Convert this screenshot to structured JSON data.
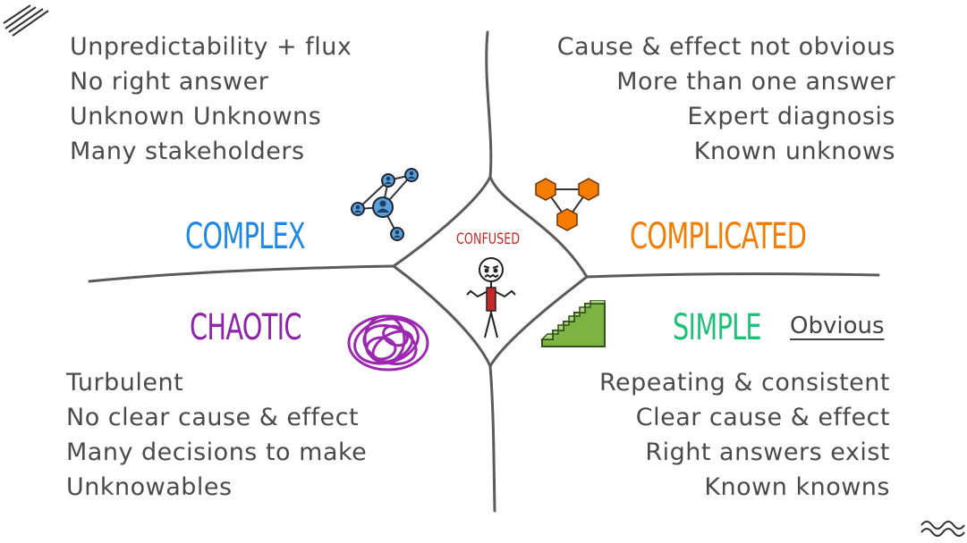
{
  "domains": {
    "complex": {
      "label": "COMPLEX",
      "color": "#1e88e5"
    },
    "complicated": {
      "label": "COMPLICATED",
      "color": "#f57c00"
    },
    "chaotic": {
      "label": "CHAOTIC",
      "color": "#8e24aa"
    },
    "simple": {
      "label": "SIMPLE",
      "color": "#21c07a",
      "alt_label": "Obvious"
    },
    "confused": {
      "label": "CONFUSED",
      "color": "#c62828"
    }
  },
  "complex_traits": [
    "Unpredictability + flux",
    "No right answer",
    "Unknown Unknowns",
    "Many stakeholders"
  ],
  "complicated_traits": [
    "Cause & effect not obvious",
    "More than one answer",
    "Expert diagnosis",
    "Known unknows"
  ],
  "chaotic_traits": [
    "Turbulent",
    "No clear cause & effect",
    "Many decisions to make",
    "Unknowables"
  ],
  "simple_traits": [
    "Repeating & consistent",
    "Clear cause & effect",
    "Right answers exist",
    "Known knowns"
  ],
  "icons": {
    "complex": "network-icon",
    "complicated": "hexagon-graph-icon",
    "chaotic": "scribble-icon",
    "simple": "stairs-icon",
    "confused": "confused-person-icon"
  }
}
